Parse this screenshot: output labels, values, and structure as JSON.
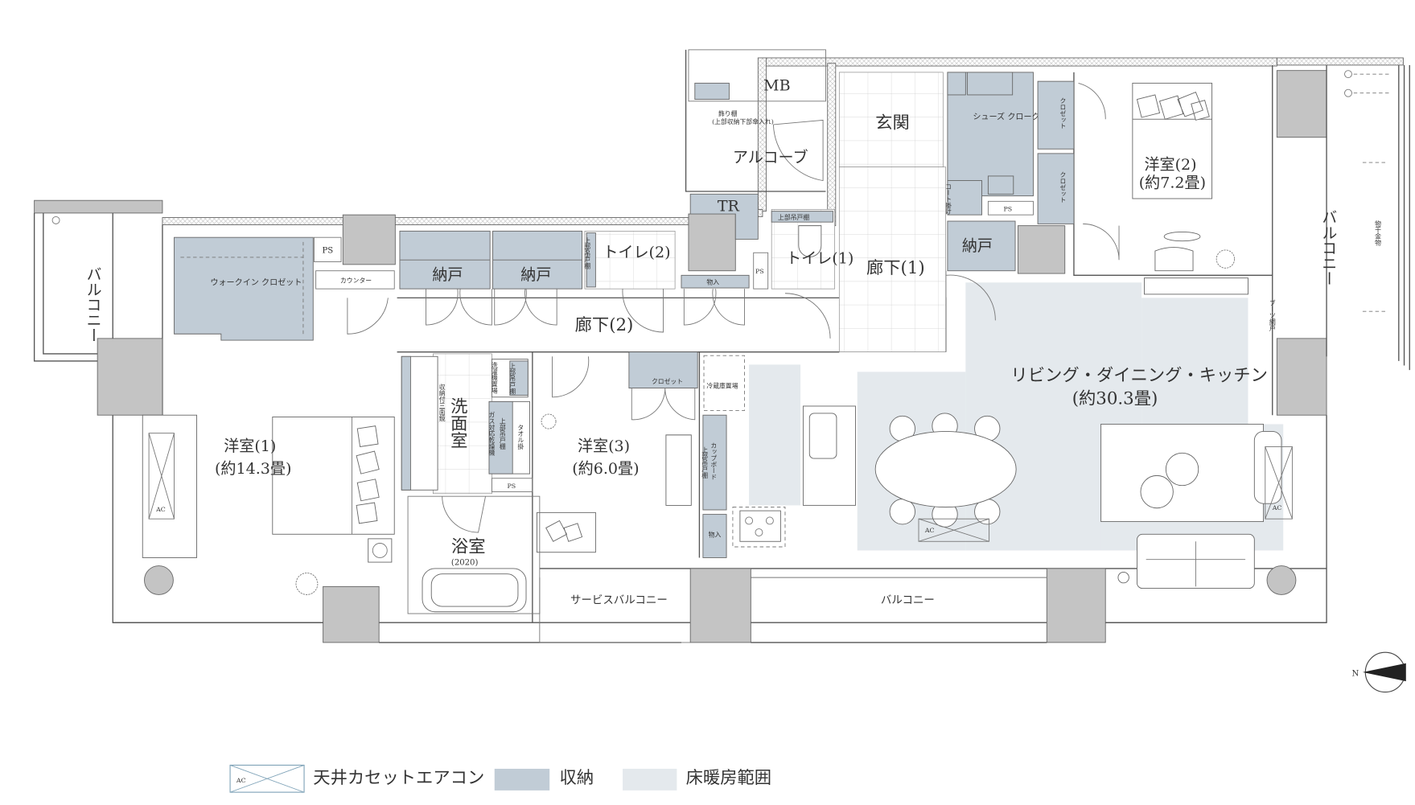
{
  "rooms": {
    "western_room_1": {
      "name": "洋室(1)",
      "size": "(約14.3畳)"
    },
    "western_room_2": {
      "name": "洋室(2)",
      "size": "(約7.2畳)"
    },
    "western_room_3": {
      "name": "洋室(3)",
      "size": "(約6.0畳)"
    },
    "ldk": {
      "name": "リビング・ダイニング・キッチン",
      "size": "(約30.3畳)"
    },
    "entrance": "玄関",
    "alcove": "アルコーブ",
    "mb": "MB",
    "tr": "TR",
    "corridor_1": "廊下(1)",
    "corridor_2": "廊下(2)",
    "toilet_1": "トイレ(1)",
    "toilet_2": "トイレ(2)",
    "washroom": "洗面室",
    "bathroom": {
      "name": "浴室",
      "size": "(2020)"
    },
    "service_balcony": "サービスバルコニー",
    "balcony_south": "バルコニー",
    "balcony_left": "バルコニー",
    "balcony_right": "バルコニー"
  },
  "storage": {
    "walk_in_closet": "ウォークイン クロゼット",
    "nando_1": "納戸",
    "nando_2": "納戸",
    "nando_3": "納戸",
    "shoes_cloak": "シューズ クローク",
    "closet_a": "クロゼット",
    "closet_b": "クロゼット",
    "closet_room3": "クロゼット",
    "coat_hanger": "コート掛け",
    "cupboard": "カップボード",
    "cupboard_upper": "上部吊戸棚",
    "monoire_1": "物入",
    "monoire_2": "物入",
    "toilet1_upper": "上部吊戸棚",
    "toilet2_upper": "上部吊戸棚",
    "washer_upper": "上部吊戸棚",
    "dryer_upper": "上部吊戸棚",
    "decor_shelf": "飾り棚",
    "decor_shelf_note": "(上部収納下部傘入れ)"
  },
  "fixtures": {
    "ps": "PS",
    "counter": "カウンター",
    "fridge_space": "冷蔵庫置場",
    "washer_space": "洗濯機置場",
    "gas_dryer": "ガス対応乾燥機",
    "mirror": "収納付三面鏡",
    "towel_rack": "タオル掛",
    "drying_hardware": "物干金物",
    "screen_door": "ブーツ網戸",
    "ac": "AC"
  },
  "compass": {
    "label": "N"
  },
  "legend": {
    "items": [
      {
        "label": "天井カセットエアコン",
        "swatch": "ac",
        "color": "#7fa3b8"
      },
      {
        "label": "収納",
        "swatch": "fill",
        "color": "#c1ccd6"
      },
      {
        "label": "床暖房範囲",
        "swatch": "fill",
        "color": "#e4e9ed"
      }
    ]
  },
  "colors": {
    "storage": "#c1ccd6",
    "floor_heating": "#e4e9ed",
    "column": "#c4c4c4",
    "wall": "#555555"
  }
}
